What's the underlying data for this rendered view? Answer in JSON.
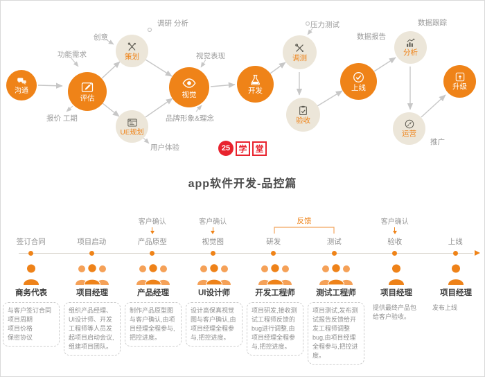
{
  "title": "app软件开发-品控篇",
  "logo": {
    "badge": "25",
    "char1": "学",
    "char2": "堂"
  },
  "flow_nodes": [
    {
      "label": "沟通"
    },
    {
      "label": "评估"
    },
    {
      "label": "策划"
    },
    {
      "label": "UE规划"
    },
    {
      "label": "视觉"
    },
    {
      "label": "开发"
    },
    {
      "label": "调测"
    },
    {
      "label": "验收"
    },
    {
      "label": "上线"
    },
    {
      "label": "分析"
    },
    {
      "label": "运营"
    },
    {
      "label": "升级"
    }
  ],
  "flow_annotations": {
    "feature_requirements": "功能需求",
    "quote_schedule": "报价 工期",
    "creativity": "创意",
    "research_analysis": "调研 分析",
    "user_experience": "用户体验",
    "visual_expression": "视觉表现",
    "brand_concept": "品牌形象&理念",
    "stress_test": "压力测试",
    "data_report": "数据报告",
    "data_tracking": "数据跟踪",
    "promotion": "推广"
  },
  "timeline": {
    "milestones": [
      "签订合同",
      "项目启动",
      "产品原型",
      "视觉图",
      "研发",
      "测试",
      "验收",
      "上线"
    ],
    "customer_confirm": "客户确认",
    "feedback": "反馈"
  },
  "roles": [
    {
      "name": "商务代表",
      "desc": "与客户签订合同\n项目周期\n项目价格\n保密协议"
    },
    {
      "name": "项目经理",
      "desc": "组织产品经理、UI设计师、开发工程师等人员发起项目启动会议,组建项目团队。"
    },
    {
      "name": "产品经理",
      "desc": "制作产品原型图与客户确认,由项目经理全程参与,把控进度。"
    },
    {
      "name": "UI设计师",
      "desc": "设计高保真视觉图与客户确认,由项目经理全程参与,把控进度。"
    },
    {
      "name": "开发工程师",
      "desc": "项目研发,接收测试工程师反馈的bug进行调整,由项目经理全程参与,把控进度。"
    },
    {
      "name": "测试工程师",
      "desc": "项目测试,发布测试报告反馈给开发工程师调整bug,由项目经理全程参与,把控进度。"
    },
    {
      "name": "项目经理",
      "desc": "提供最终产品包给客户验收。"
    },
    {
      "name": "项目经理",
      "desc": "发布上线"
    }
  ]
}
